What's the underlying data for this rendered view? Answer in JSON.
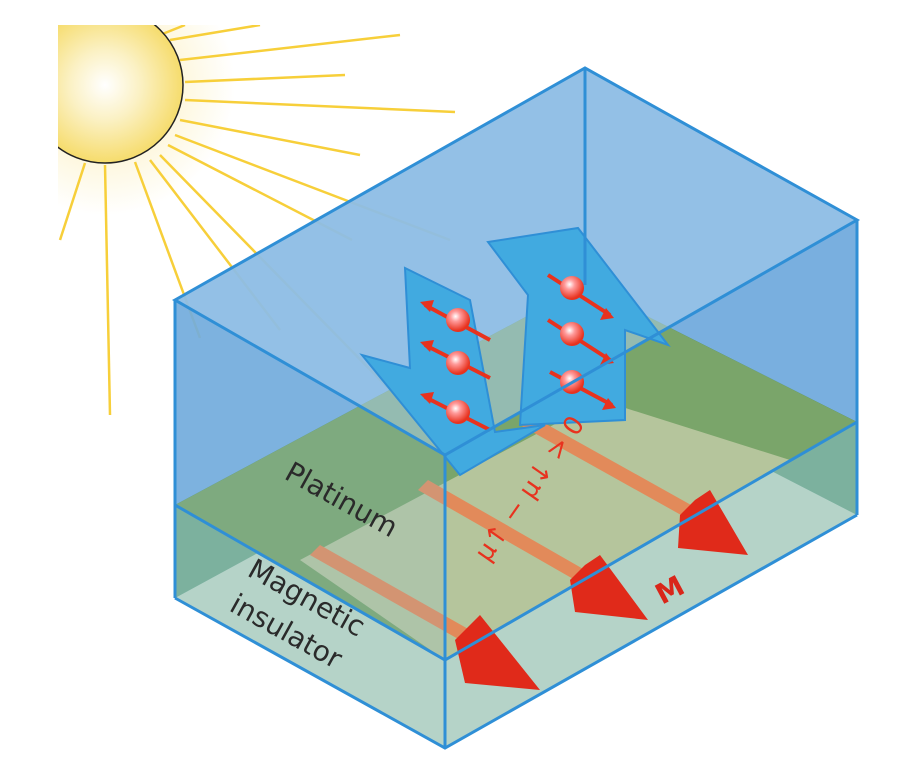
{
  "labels": {
    "platinum": "Platinum",
    "magnetic_line1": "Magnetic",
    "magnetic_line2": "insulator",
    "chem_potential": "μ↑ − μ↓ > 0",
    "magnetization": "M"
  },
  "colors": {
    "box_edge": "#2f8fd6",
    "box_top": "#a4cbea",
    "platinum_top": "#b4c49a",
    "insulator_face": "#95bdb0",
    "dark_green": "#1f7a58",
    "spin_arrow": "#e8321e",
    "current_arrow": "#41aae0",
    "sun": "#f7d84a"
  }
}
